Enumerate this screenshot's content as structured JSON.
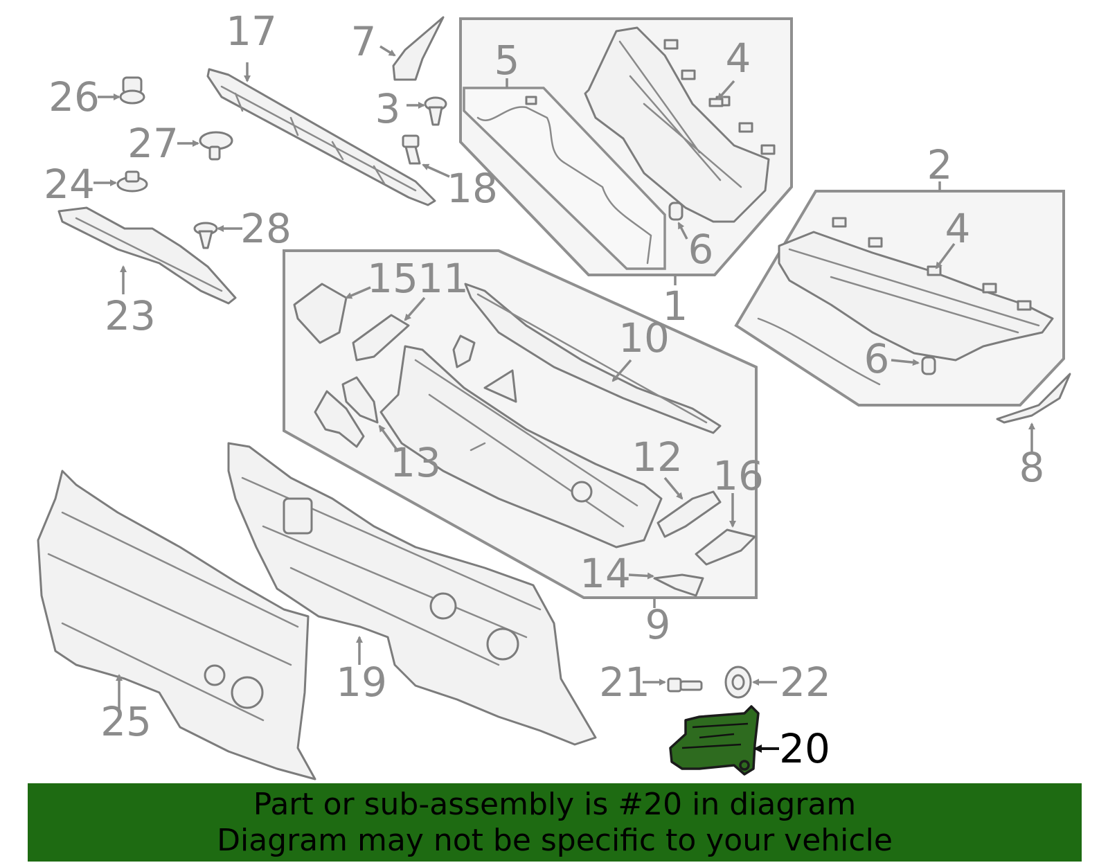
{
  "diagram": {
    "callouts": {
      "c1": "1",
      "c2": "2",
      "c3": "3",
      "c4a": "4",
      "c4b": "4",
      "c5": "5",
      "c6a": "6",
      "c6b": "6",
      "c7": "7",
      "c8": "8",
      "c9": "9",
      "c10": "10",
      "c11": "11",
      "c12": "12",
      "c13": "13",
      "c14": "14",
      "c15": "15",
      "c16": "16",
      "c17": "17",
      "c18": "18",
      "c19": "19",
      "c20": "20",
      "c21": "21",
      "c22": "22",
      "c23": "23",
      "c24": "24",
      "c25": "25",
      "c26": "26",
      "c27": "27",
      "c28": "28"
    },
    "highlighted_part": "20",
    "highlight_color": "#2e6b1f"
  },
  "banner": {
    "line1": "Part or sub-assembly is #20 in diagram",
    "line2": "Diagram may not be specific to your vehicle",
    "background": "#1e6b12"
  }
}
